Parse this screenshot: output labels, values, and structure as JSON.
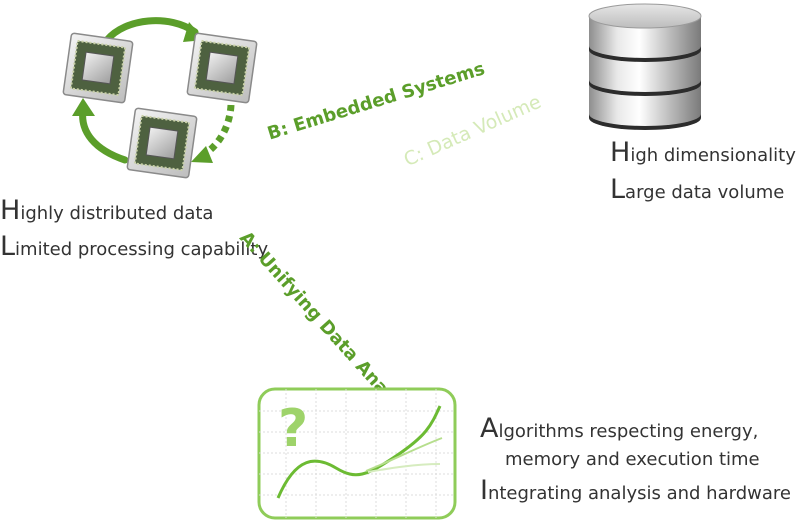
{
  "colors": {
    "green": "#5b9e2a",
    "light_green": "#8fcc59",
    "pale_green": "#d5eab8",
    "text": "#333333"
  },
  "labels": {
    "embedded": "B: Embedded Systems",
    "data_volume": "C: Data Volume",
    "unifying": "A: Unifying Data Analysis"
  },
  "processors": {
    "icon": "processor-chip-icon",
    "items": [
      {
        "first": "H",
        "rest": "ighly distributed data"
      },
      {
        "first": "L",
        "rest": "imited processing capability"
      }
    ]
  },
  "database": {
    "icon": "database-cylinder-icon",
    "items": [
      {
        "first": "H",
        "rest": "igh dimensionality"
      },
      {
        "first": "L",
        "rest": "arge data volume"
      }
    ]
  },
  "analysis": {
    "icon": "analysis-chart-icon",
    "question_mark": "?",
    "items": [
      {
        "first": "A",
        "rest": "lgorithms respecting energy,",
        "rest2": "memory and execution time"
      },
      {
        "first": "I",
        "rest": "ntegrating analysis and hardware"
      }
    ]
  }
}
